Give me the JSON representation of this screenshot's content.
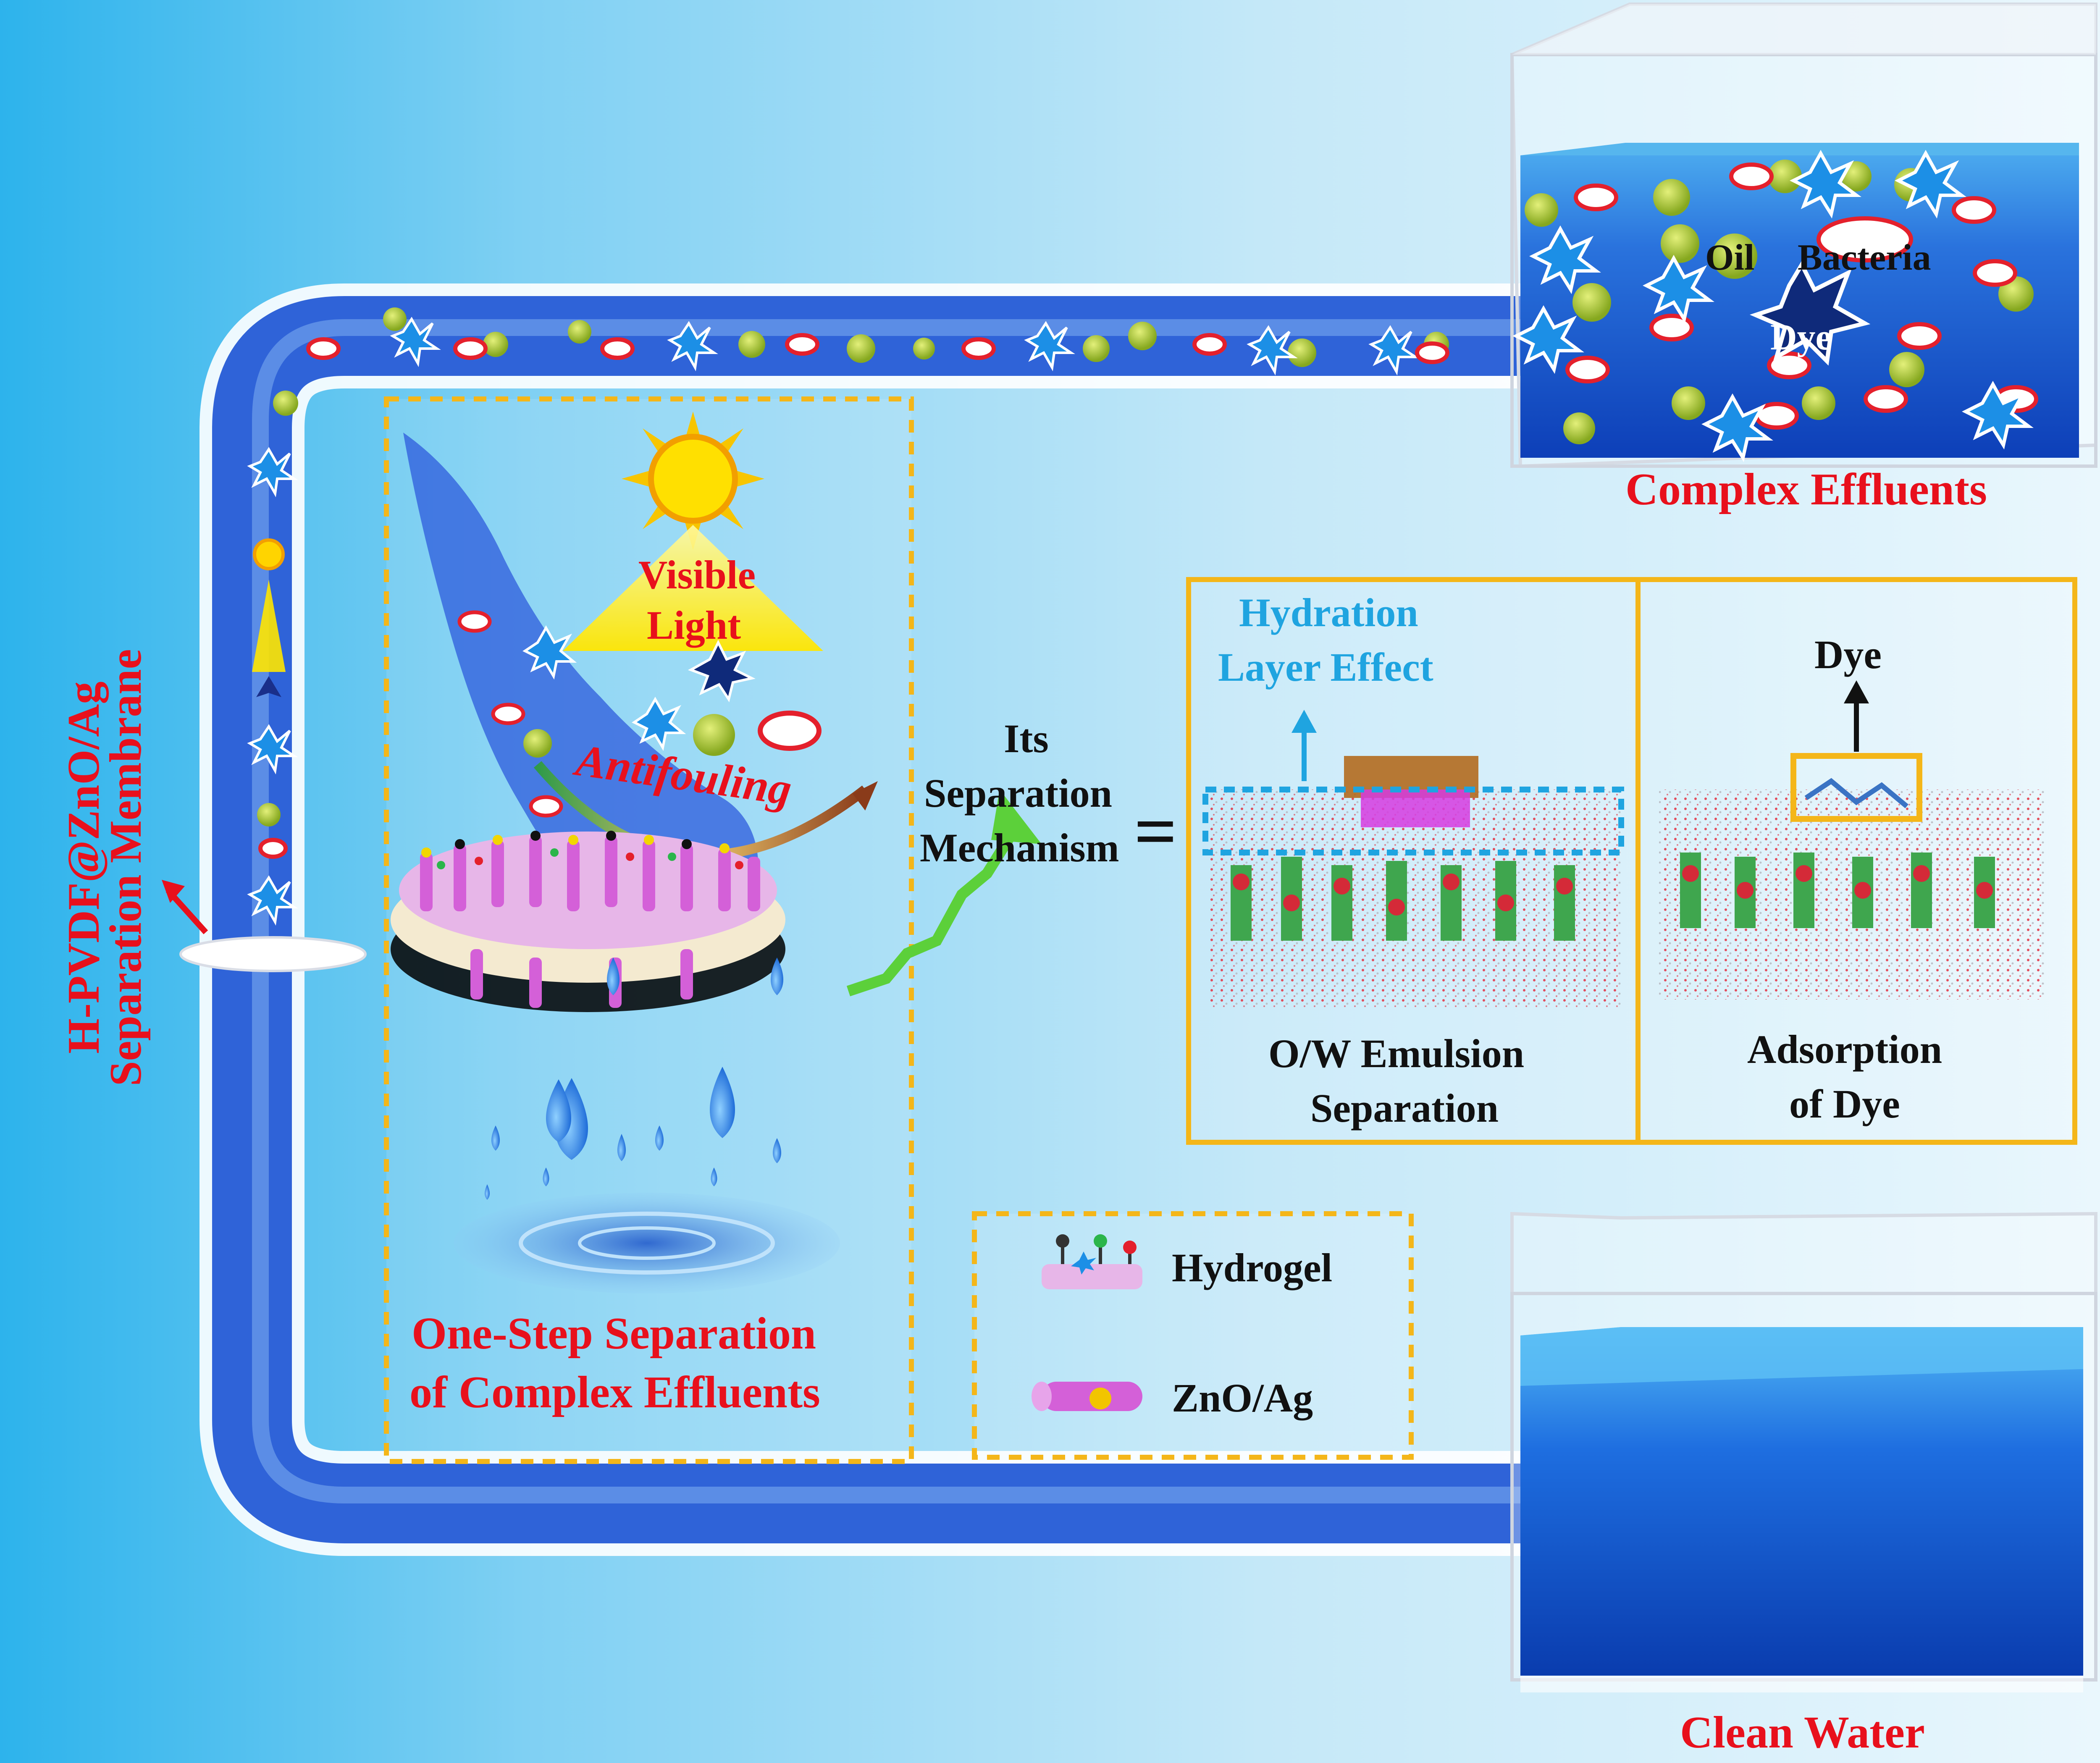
{
  "texts": {
    "complex_effluents": "Complex Effluents",
    "clean_water": "Clean Water",
    "membrane_label_line1": "H-PVDF@ZnO/Ag",
    "membrane_label_line2": "Separation Membrane",
    "oil": "Oil",
    "bacteria": "Bacteria",
    "dye_tank": "Dye",
    "visible_light_line1": "Visible",
    "visible_light_line2": "Light",
    "antifouling": "Antifouling",
    "one_step_line1": "One-Step Separation",
    "one_step_line2": "of Complex Effluents",
    "mechanism_line1": "Its",
    "mechanism_line2": "Separation",
    "mechanism_line3": "Mechanism",
    "equals": "=",
    "hydration_line1": "Hydration",
    "hydration_line2": "Layer Effect",
    "ow_line1": "O/W Emulsion",
    "ow_line2": "Separation",
    "dye_top": "Dye",
    "adsorption_line1": "Adsorption",
    "adsorption_line2": "of Dye",
    "legend_hydrogel": "Hydrogel",
    "legend_zno": "ZnO/Ag"
  },
  "colors": {
    "label_red": "#e8101c",
    "hydration_cyan": "#1fa4e0",
    "box_orange": "#f4b619",
    "pipe_blue": "#2f63d8",
    "water_blue": "#1d5ad6",
    "oil_green": "#9bbf2a",
    "sun_yellow": "#ffd400"
  },
  "icons": [
    "sun-icon",
    "oil-droplet-icon",
    "bacteria-icon",
    "dye-molecule-icon",
    "water-drop-icon",
    "arrow-icon"
  ]
}
